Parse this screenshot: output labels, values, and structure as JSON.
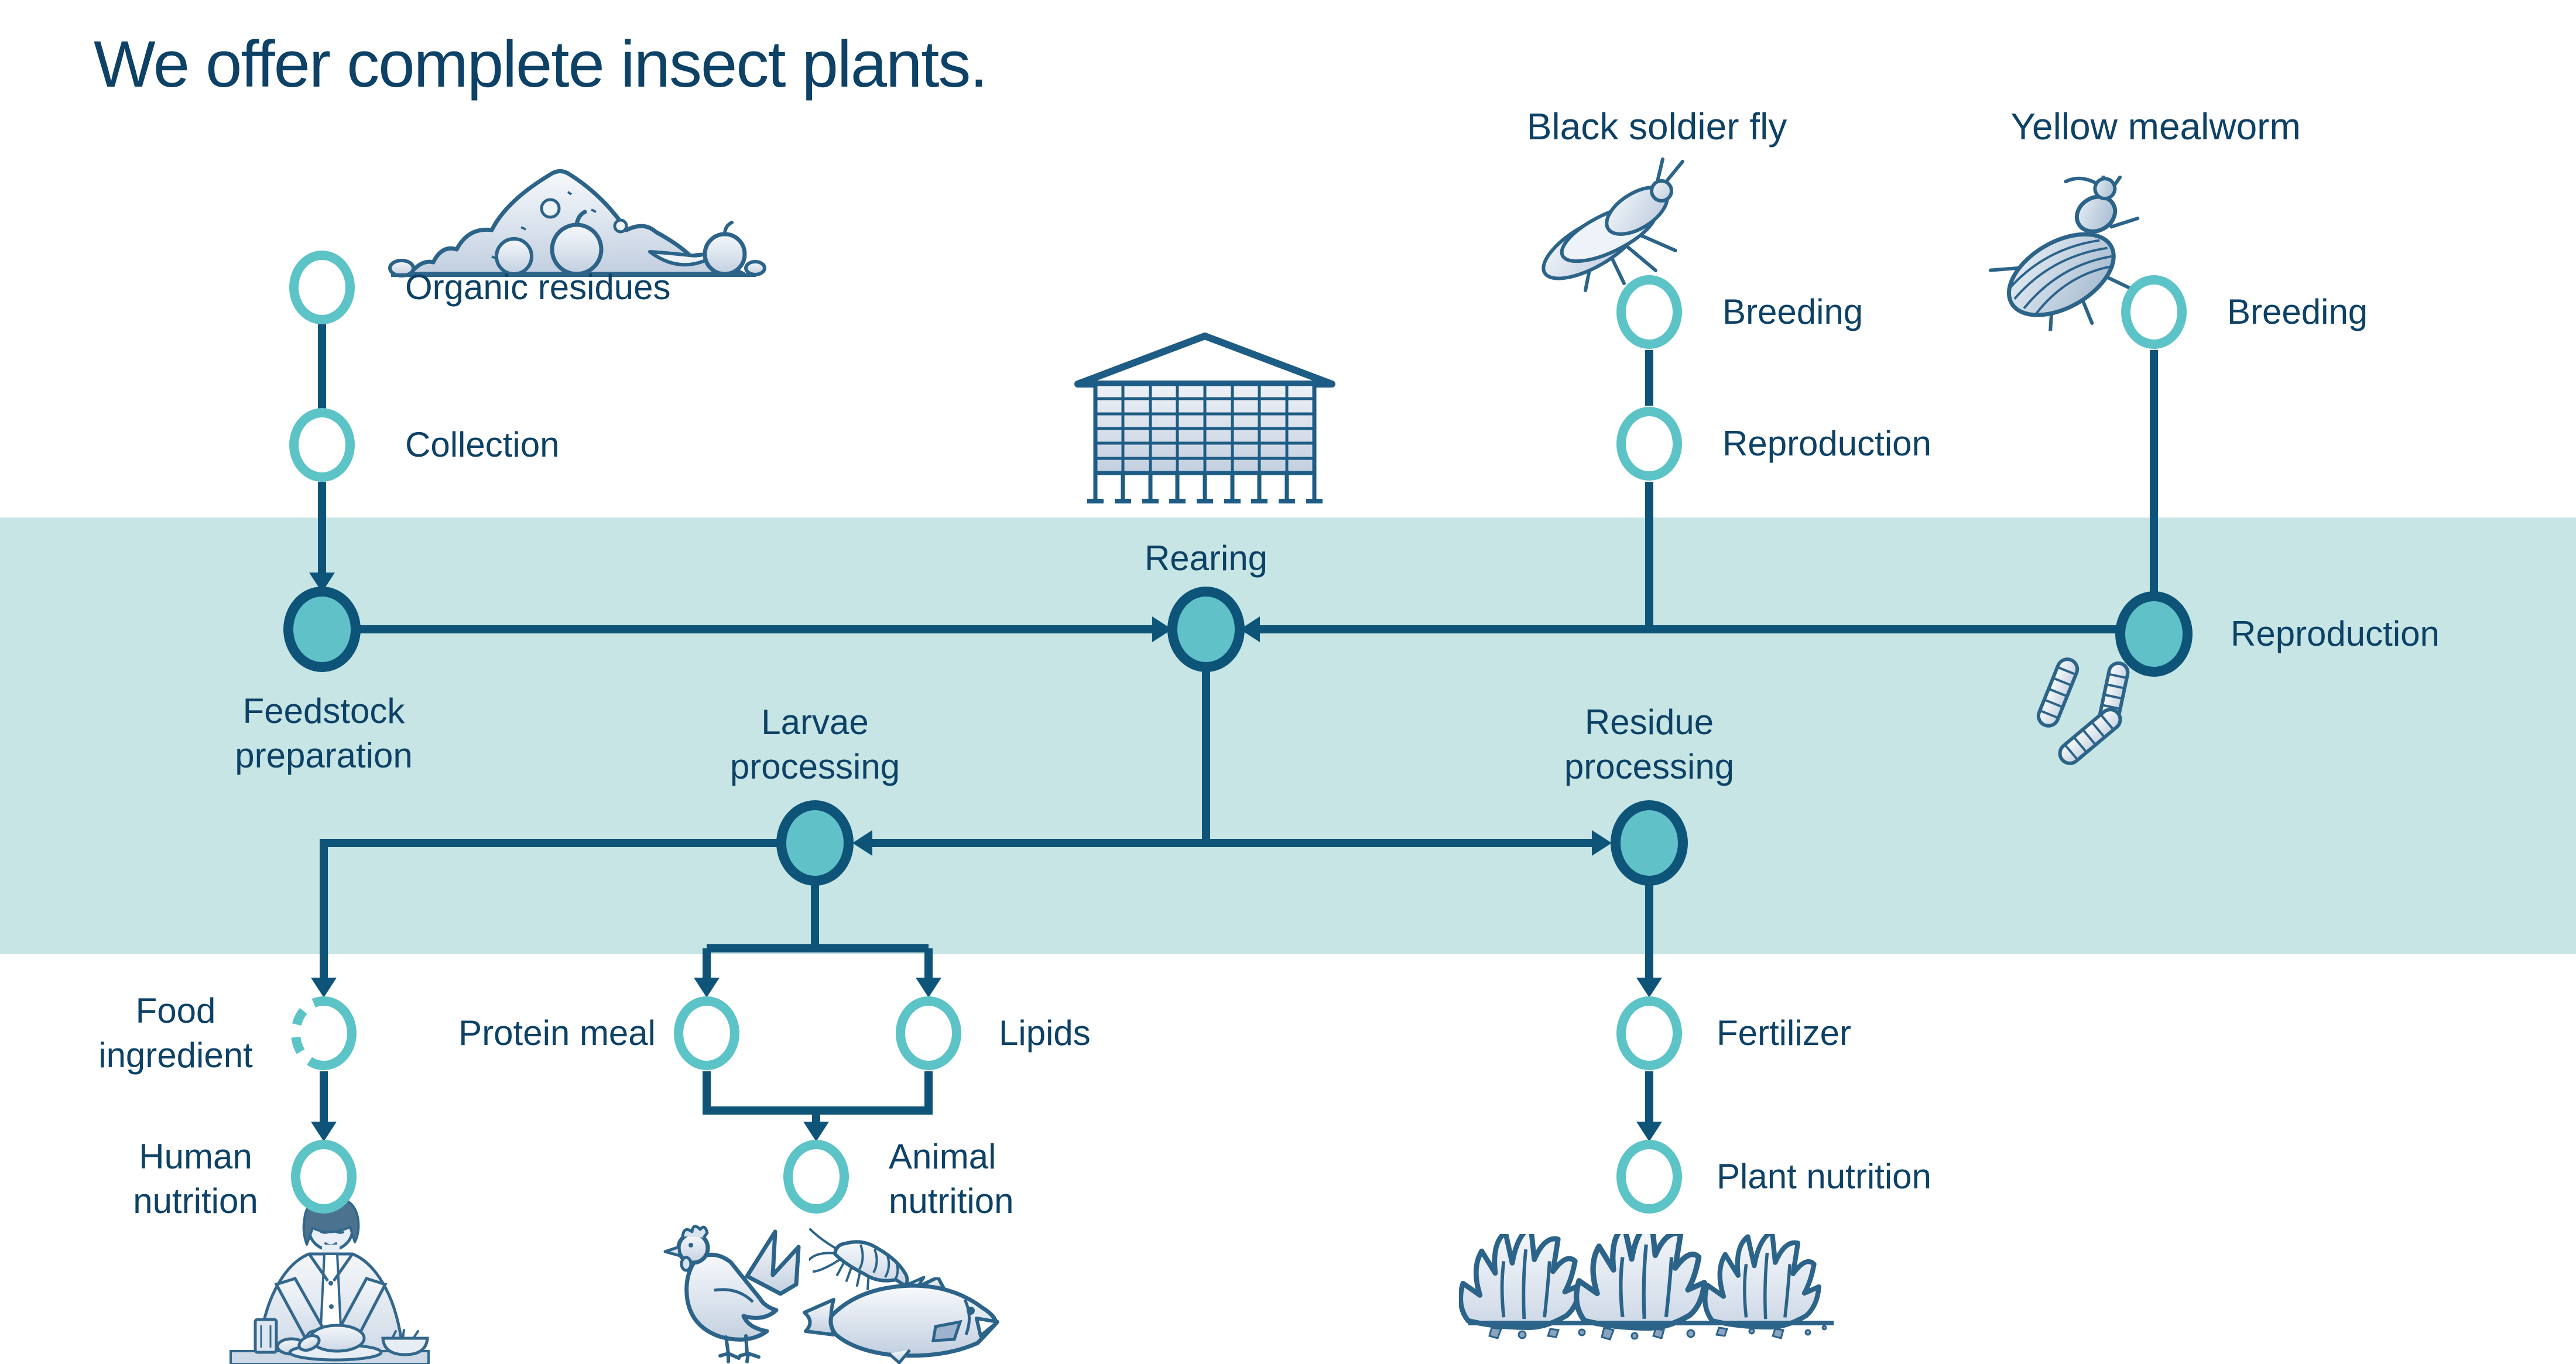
{
  "title": "We offer complete insect plants.",
  "colors": {
    "band_background": "#c6e5e4",
    "node_fill": "#61c1c9",
    "circle_ring": "#5cc3c7",
    "connector_line": "#0d5478",
    "text": "#0d4166"
  },
  "insects": {
    "black_soldier_fly": {
      "name": "Black soldier fly",
      "breeding": "Breeding",
      "reproduction": "Reproduction"
    },
    "yellow_mealworm": {
      "name": "Yellow mealworm",
      "breeding": "Breeding"
    }
  },
  "process": {
    "organic_residues": "Organic residues",
    "collection": "Collection",
    "feedstock": [
      "Feedstock",
      "preparation"
    ],
    "rearing": "Rearing",
    "reproduction": "Reproduction",
    "larvae_processing": [
      "Larvae",
      "processing"
    ],
    "residue_processing": [
      "Residue",
      "processing"
    ],
    "food_ingredient": [
      "Food",
      "ingredient"
    ],
    "protein_meal": "Protein meal",
    "lipids": "Lipids",
    "fertilizer": "Fertilizer",
    "human_nutrition": [
      "Human",
      "nutrition"
    ],
    "animal_nutrition": [
      "Animal",
      "nutrition"
    ],
    "plant_nutrition": "Plant nutrition"
  },
  "illustrations": {
    "organic_residues_pile": "compost-pile-with-fruit",
    "rearing_facility": "vertical-farming-building",
    "black_soldier_fly": "fly-side-view",
    "yellow_mealworm": "beetle-top-view",
    "larvae": "three-insect-larvae",
    "human_nutrition": "man-eating-meal",
    "animal_nutrition": "chicken-shrimp-fish",
    "plant_nutrition": "lettuce-plants-in-soil"
  }
}
